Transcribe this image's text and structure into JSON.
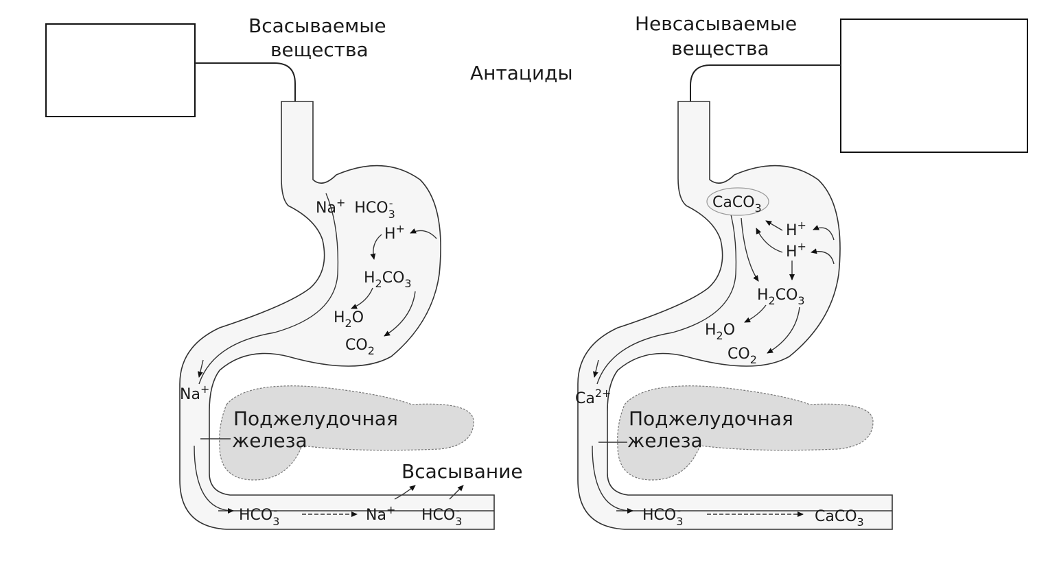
{
  "title": "Антациды",
  "left": {
    "heading_line1": "Всасываемые",
    "heading_line2": "вещества",
    "answer_box": "",
    "stomach": {
      "na": "Na",
      "na_sup": "+",
      "hco": "HCO",
      "hco_sub": "3",
      "hco_sup": "-",
      "h": "H",
      "h_sup": "+",
      "h2co3_a": "H",
      "h2co3_sub": "2",
      "h2co3_b": "CO",
      "h2co3_sub2": "3",
      "h2o_a": "H",
      "h2o_sub": "2",
      "h2o_b": "O",
      "co2_a": "CO",
      "co2_sub": "2"
    },
    "duodenum_ion": "Na",
    "duodenum_ion_sup": "+",
    "pancreas_line1": "Поджелудочная",
    "pancreas_line2": "железа",
    "absorption": "Всасывание",
    "intestine": {
      "hco_a": "HCO",
      "hco_sub": "3",
      "hco_sup": "-",
      "na": "Na",
      "na_sup": "+",
      "hco2_a": "HCO",
      "hco2_sub": "3",
      "hco2_sup": "-"
    }
  },
  "right": {
    "heading_line1": "Невсасываемые",
    "heading_line2": "вещества",
    "answer_box": "",
    "stomach": {
      "caco3_a": "CaCO",
      "caco3_sub": "3",
      "h1": "H",
      "h1_sup": "+",
      "h2": "H",
      "h2_sup": "+",
      "h2co3_a": "H",
      "h2co3_sub": "2",
      "h2co3_b": "CO",
      "h2co3_sub2": "3",
      "h2o_a": "H",
      "h2o_sub": "2",
      "h2o_b": "O",
      "co2_a": "CO",
      "co2_sub": "2"
    },
    "duodenum_ion": "Ca",
    "duodenum_ion_sup": "2+",
    "pancreas_line1": "Поджелудочная",
    "pancreas_line2": "железа",
    "intestine": {
      "hco_a": "HCO",
      "hco_sub": "3",
      "hco_sup": "-",
      "caco3_a": "CaCO",
      "caco3_sub": "3"
    }
  }
}
